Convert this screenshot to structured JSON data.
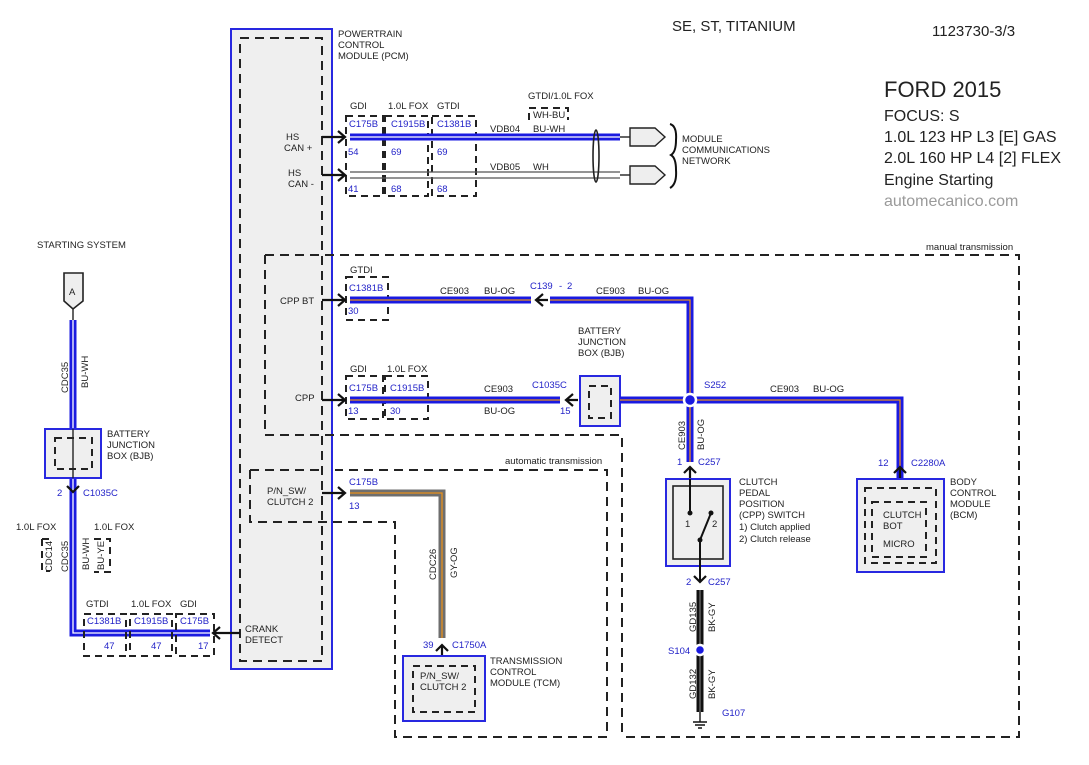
{
  "header": {
    "trim": "SE, ST, TITANIUM",
    "doc_id": "1123730-3/3",
    "make_year": "FORD 2015",
    "model": "FOCUS: S",
    "engine1": "1.0L 123 HP  L3 [E]  GAS",
    "engine2": "2.0L 160 HP  L4 [2] FLEX",
    "system": "Engine Starting",
    "watermark": "automecanico.com"
  },
  "colors": {
    "module_border": "#2828e0",
    "blue_wire": "#1a1ae0",
    "orange_tracer": "#e8901c",
    "gray_wire": "#6e6e6e",
    "connector_text": "#2323c8"
  },
  "pcm": {
    "name": [
      "POWERTRAIN",
      "CONTROL",
      "MODULE (PCM)"
    ],
    "pins": {
      "hs_can_plus": [
        "HS",
        "CAN +"
      ],
      "hs_can_minus": [
        "HS",
        "CAN -"
      ],
      "cpp_bt": "CPP BT",
      "cpp": "CPP",
      "pn_sw": [
        "P/N_SW/",
        "CLUTCH 2"
      ],
      "crank": [
        "CRANK",
        "DETECT"
      ]
    }
  },
  "can_bus": {
    "connector_groups": [
      {
        "variant": "GDI",
        "connector": "C175B",
        "pin_plus": "54",
        "pin_minus": "41"
      },
      {
        "variant": "1.0L FOX",
        "connector": "C1915B",
        "pin_plus": "69",
        "pin_minus": "68"
      },
      {
        "variant": "GTDI",
        "connector": "C1381B",
        "pin_plus": "69",
        "pin_minus": "68"
      }
    ],
    "alt_color_variant": "GTDI/1.0L FOX",
    "alt_color": "WH-BU",
    "plus_circuit": "VDB04",
    "plus_color": "BU-WH",
    "minus_circuit": "VDB05",
    "minus_color": "WH",
    "network": [
      "MODULE",
      "COMMUNICATIONS",
      "NETWORK"
    ]
  },
  "starting_system": {
    "title": "STARTING SYSTEM",
    "connector_ref": "A",
    "circuit": "CDC35",
    "color": "BU-WH",
    "bjb": [
      "BATTERY",
      "JUNCTION",
      "BOX (BJB)"
    ],
    "bjb_pin": "2",
    "bjb_connector": "C1035C",
    "fox_left_variant": "1.0L FOX",
    "fox_left_circuit": "CDC14",
    "fox_right_variant": "1.0L FOX",
    "fox_right_color": "BU-YE",
    "crank_connectors": [
      {
        "variant": "GTDI",
        "connector": "C1381B",
        "pin": "47"
      },
      {
        "variant": "1.0L FOX",
        "connector": "C1915B",
        "pin": "47"
      },
      {
        "variant": "GDI",
        "connector": "C175B",
        "pin": "17"
      }
    ]
  },
  "manual": {
    "label": "manual transmission",
    "cpp_bt_variant": "GTDI",
    "cpp_bt_connector": "C1381B",
    "cpp_bt_pin": "30",
    "circuit": "CE903",
    "color": "BU-OG",
    "inline_connector": "C139",
    "inline_dash": "-",
    "inline_pin": "2",
    "cpp_connectors": [
      {
        "variant": "GDI",
        "connector": "C175B",
        "pin": "13"
      },
      {
        "variant": "1.0L FOX",
        "connector": "C1915B",
        "pin": "30"
      }
    ],
    "bjb_connector": "C1035C",
    "bjb_pin": "15",
    "bjb": [
      "BATTERY",
      "JUNCTION",
      "BOX (BJB)"
    ],
    "splice": "S252",
    "cpp_switch_pin_top": "1",
    "cpp_switch_conn": "C257",
    "cpp_switch_pin_bottom": "2",
    "cpp_switch": [
      "CLUTCH",
      "PEDAL",
      "POSITION",
      "(CPP) SWITCH",
      "1) Clutch applied",
      "2) Clutch release"
    ],
    "switch_contact_1": "1",
    "switch_contact_2": "2",
    "bcm_pin": "12",
    "bcm_connector": "C2280A",
    "bcm": [
      "BODY",
      "CONTROL",
      "MODULE",
      "(BCM)"
    ],
    "bcm_internal": [
      "CLUTCH",
      "BOT",
      "MICRO"
    ],
    "ground_circuit1": "GD135",
    "ground_circuit2": "GD132",
    "ground_color": "BK-GY",
    "ground_splice": "S104",
    "ground": "G107"
  },
  "automatic": {
    "label": "automatic transmission",
    "connector": "C175B",
    "pin": "13",
    "circuit": "CDC26",
    "color": "GY-OG",
    "tcm_pin": "39",
    "tcm_connector": "C1750A",
    "tcm": [
      "TRANSMISSION",
      "CONTROL",
      "MODULE (TCM)"
    ],
    "tcm_internal": [
      "P/N_SW/",
      "CLUTCH 2"
    ]
  }
}
